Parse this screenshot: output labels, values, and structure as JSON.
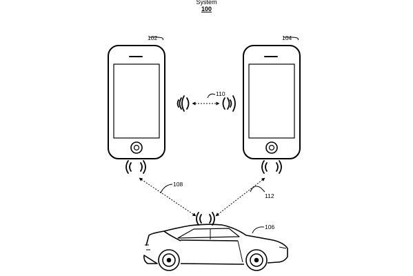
{
  "figure": {
    "title": "System",
    "number": "100",
    "labels": {
      "phone_left": "102",
      "phone_right": "104",
      "car": "106",
      "link_left_car": "108",
      "link_phones": "110",
      "link_right_car": "112"
    },
    "icons": {
      "phone": "smartphone-icon",
      "car": "car-icon",
      "signal": "wireless-signal-icon"
    },
    "colors": {
      "line": "#000000",
      "screen": "#ffffff"
    }
  }
}
